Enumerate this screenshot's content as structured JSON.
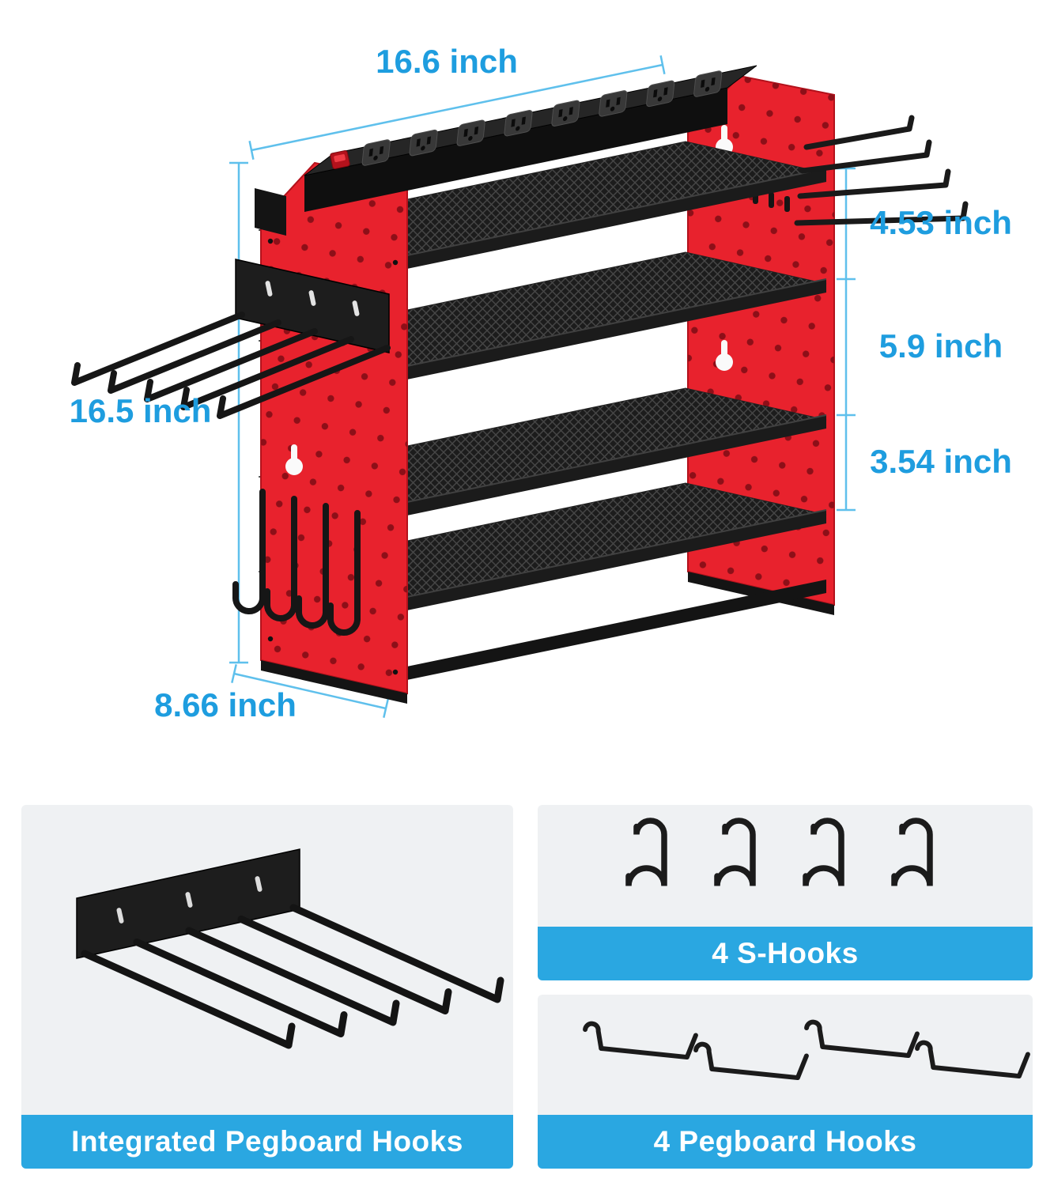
{
  "colors": {
    "accent": "#2aa7e1",
    "dimension_text": "#1e9ddf",
    "product_red": "#e8222d",
    "hardware_black": "#1a1a1a"
  },
  "main_diagram": {
    "dimensions": {
      "top_width": "16.6 inch",
      "left_height": "16.5 inch",
      "bottom_depth": "8.66 inch",
      "tier1_height": "4.53 inch",
      "tier2_height": "5.9 inch",
      "tier3_height": "3.54 inch"
    }
  },
  "cards": {
    "integrated_hooks": {
      "label": "Integrated Pegboard Hooks"
    },
    "s_hooks": {
      "label": "4 S-Hooks"
    },
    "pegboard_hooks": {
      "label": "4 Pegboard Hooks"
    }
  }
}
